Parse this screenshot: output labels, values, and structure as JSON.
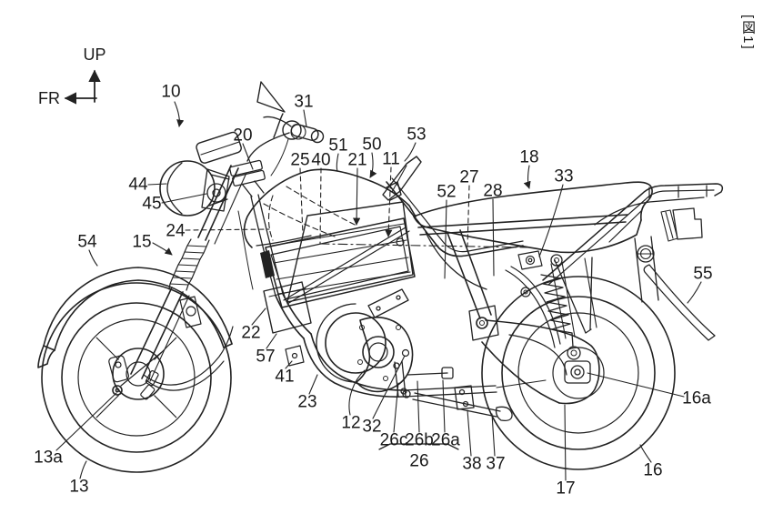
{
  "figure": {
    "id_label": "[図1]"
  },
  "axis_indicator": {
    "up_label": "UP",
    "front_label": "FR"
  },
  "colors": {
    "line": "#222222",
    "background": "#ffffff",
    "text": "#1a1a1a"
  },
  "drawing_subject": "motorcycle-side-view-patent-figure",
  "reference_labels": [
    {
      "text": "10"
    },
    {
      "text": "31"
    },
    {
      "text": "20"
    },
    {
      "text": "51"
    },
    {
      "text": "50"
    },
    {
      "text": "53"
    },
    {
      "text": "25"
    },
    {
      "text": "40"
    },
    {
      "text": "21"
    },
    {
      "text": "11"
    },
    {
      "text": "52"
    },
    {
      "text": "27"
    },
    {
      "text": "28"
    },
    {
      "text": "18"
    },
    {
      "text": "33"
    },
    {
      "text": "44"
    },
    {
      "text": "45"
    },
    {
      "text": "24"
    },
    {
      "text": "54"
    },
    {
      "text": "15"
    },
    {
      "text": "22"
    },
    {
      "text": "57"
    },
    {
      "text": "41"
    },
    {
      "text": "23"
    },
    {
      "text": "12"
    },
    {
      "text": "32"
    },
    {
      "text": "26c"
    },
    {
      "text": "26b"
    },
    {
      "text": "26a"
    },
    {
      "text": "26"
    },
    {
      "text": "38"
    },
    {
      "text": "37"
    },
    {
      "text": "17"
    },
    {
      "text": "16"
    },
    {
      "text": "16a"
    },
    {
      "text": "13a"
    },
    {
      "text": "13"
    },
    {
      "text": "55"
    }
  ]
}
